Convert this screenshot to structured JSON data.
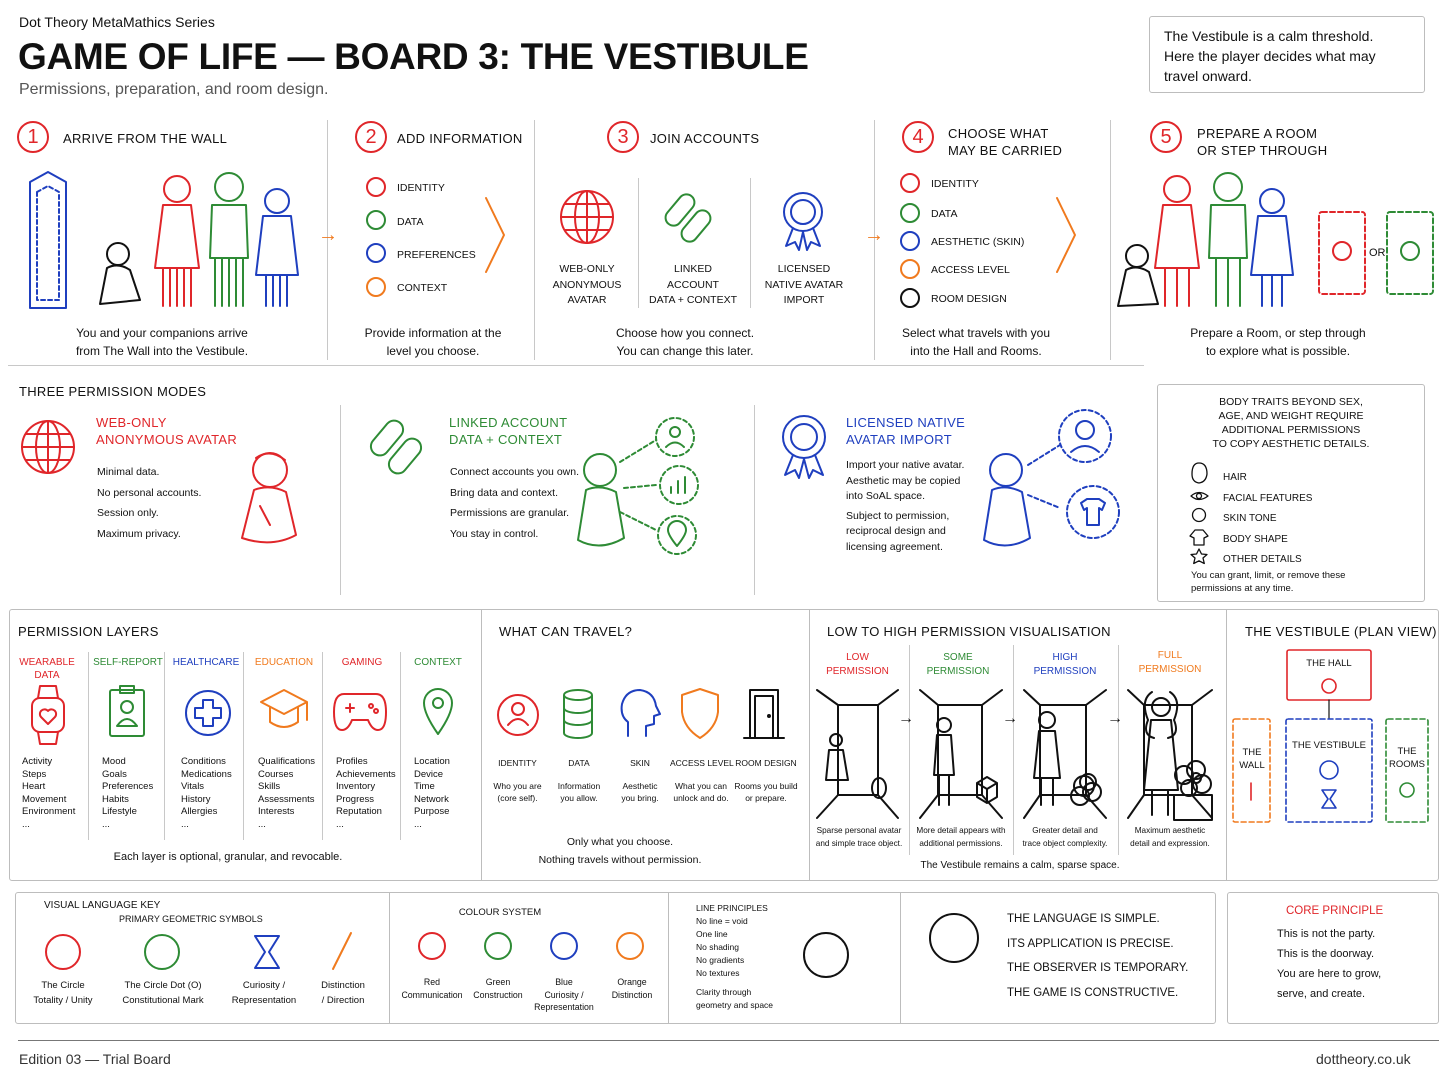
{
  "series_label": "Dot Theory MetaMathics Series",
  "title": "GAME OF LIFE — BOARD 3: THE VESTIBULE",
  "subtitle": "Permissions, preparation, and room design.",
  "intro_note": [
    "The Vestibule is a calm threshold.",
    "Here the player decides what may",
    "travel onward."
  ],
  "steps": [
    {
      "num": "1",
      "title": "ARRIVE FROM THE WALL",
      "caption": [
        "You and your companions arrive",
        "from The Wall into the Vestibule."
      ]
    },
    {
      "num": "2",
      "title": "ADD INFORMATION",
      "items": [
        "IDENTITY",
        "DATA",
        "PREFERENCES",
        "CONTEXT"
      ],
      "caption": [
        "Provide information at the",
        "level you choose."
      ]
    },
    {
      "num": "3",
      "title": "JOIN ACCOUNTS",
      "options": [
        [
          "WEB-ONLY",
          "ANONYMOUS",
          "AVATAR"
        ],
        [
          "LINKED",
          "ACCOUNT",
          "DATA + CONTEXT"
        ],
        [
          "LICENSED",
          "NATIVE AVATAR",
          "IMPORT"
        ]
      ],
      "caption": [
        "Choose how you connect.",
        "You can change this later."
      ]
    },
    {
      "num": "4",
      "title": [
        "CHOOSE WHAT",
        "MAY BE CARRIED"
      ],
      "items": [
        "IDENTITY",
        "DATA",
        "AESTHETIC (SKIN)",
        "ACCESS LEVEL",
        "ROOM DESIGN"
      ],
      "caption": [
        "Select what travels with you",
        "into the Hall and Rooms."
      ]
    },
    {
      "num": "5",
      "title": [
        "PREPARE A ROOM",
        "OR STEP THROUGH"
      ],
      "or": "OR",
      "caption": [
        "Prepare a Room, or step through",
        "to explore what is possible."
      ]
    }
  ],
  "modes": {
    "heading": "THREE PERMISSION MODES",
    "items": [
      {
        "title": [
          "WEB-ONLY",
          "ANONYMOUS AVATAR"
        ],
        "lines": [
          "Minimal data.",
          "No personal accounts.",
          "Session only.",
          "Maximum privacy."
        ]
      },
      {
        "title": [
          "LINKED ACCOUNT",
          "DATA + CONTEXT"
        ],
        "lines": [
          "Connect accounts you own.",
          "Bring data and context.",
          "Permissions are granular.",
          "You stay in control."
        ]
      },
      {
        "title": [
          "LICENSED NATIVE",
          "AVATAR IMPORT"
        ],
        "lines": [
          "Import your native avatar.",
          "Aesthetic may be copied",
          "into SoAL space.",
          "Subject to permission,",
          "reciprocal design and",
          "licensing agreement."
        ]
      }
    ]
  },
  "traits": {
    "heading": [
      "BODY TRAITS BEYOND SEX,",
      "AGE, AND WEIGHT REQUIRE",
      "ADDITIONAL PERMISSIONS",
      "TO COPY AESTHETIC DETAILS."
    ],
    "items": [
      "HAIR",
      "FACIAL FEATURES",
      "SKIN TONE",
      "BODY SHAPE",
      "OTHER DETAILS"
    ],
    "note": [
      "You can grant, limit, or remove these",
      "permissions at any time."
    ]
  },
  "layers": {
    "heading": "PERMISSION LAYERS",
    "items": [
      {
        "title": [
          "WEARABLE",
          "DATA"
        ],
        "lines": [
          "Activity",
          "Steps",
          "Heart",
          "Movement",
          "Environment",
          "..."
        ]
      },
      {
        "title": [
          "SELF-REPORT"
        ],
        "lines": [
          "Mood",
          "Goals",
          "Preferences",
          "Habits",
          "Lifestyle",
          "..."
        ]
      },
      {
        "title": [
          "HEALTHCARE"
        ],
        "lines": [
          "Conditions",
          "Medications",
          "Vitals",
          "History",
          "Allergies",
          "..."
        ]
      },
      {
        "title": [
          "EDUCATION"
        ],
        "lines": [
          "Qualifications",
          "Courses",
          "Skills",
          "Assessments",
          "Interests",
          "..."
        ]
      },
      {
        "title": [
          "GAMING"
        ],
        "lines": [
          "Profiles",
          "Achievements",
          "Inventory",
          "Progress",
          "Reputation",
          "..."
        ]
      },
      {
        "title": [
          "CONTEXT"
        ],
        "lines": [
          "Location",
          "Device",
          "Time",
          "Network",
          "Purpose",
          "..."
        ]
      }
    ],
    "footer": "Each layer is optional, granular, and revocable."
  },
  "travel": {
    "heading": "WHAT CAN TRAVEL?",
    "items": [
      {
        "title": "IDENTITY",
        "lines": [
          "Who you are",
          "(core self)."
        ]
      },
      {
        "title": "DATA",
        "lines": [
          "Information",
          "you allow."
        ]
      },
      {
        "title": "SKIN",
        "lines": [
          "Aesthetic",
          "you bring."
        ]
      },
      {
        "title": "ACCESS LEVEL",
        "lines": [
          "What you can",
          "unlock and do."
        ]
      },
      {
        "title": "ROOM DESIGN",
        "lines": [
          "Rooms you build",
          "or prepare."
        ]
      }
    ],
    "footer": [
      "Only what you choose.",
      "Nothing travels without permission."
    ]
  },
  "viz": {
    "heading": "LOW TO HIGH PERMISSION VISUALISATION",
    "stages": [
      {
        "title": [
          "LOW",
          "PERMISSION"
        ],
        "lines": [
          "Sparse personal avatar",
          "and simple trace object."
        ]
      },
      {
        "title": [
          "SOME",
          "PERMISSION"
        ],
        "lines": [
          "More detail appears with",
          "additional permissions."
        ]
      },
      {
        "title": [
          "HIGH",
          "PERMISSION"
        ],
        "lines": [
          "Greater detail and",
          "trace object complexity."
        ]
      },
      {
        "title": [
          "FULL",
          "PERMISSION"
        ],
        "lines": [
          "Maximum aesthetic",
          "detail and expression."
        ]
      }
    ],
    "footer": "The Vestibule remains a calm, sparse space."
  },
  "plan": {
    "heading": "THE VESTIBULE (PLAN VIEW)",
    "hall": "THE HALL",
    "wall": [
      "THE",
      "WALL"
    ],
    "vestibule": "THE VESTIBULE",
    "rooms": [
      "THE",
      "ROOMS"
    ]
  },
  "key": {
    "heading": "VISUAL LANGUAGE KEY",
    "sub": "PRIMARY GEOMETRIC SYMBOLS",
    "symbols": [
      {
        "lines": [
          "The Circle",
          "Totality / Unity"
        ]
      },
      {
        "lines": [
          "The Circle Dot (O)",
          "Constitutional Mark"
        ]
      },
      {
        "lines": [
          "Curiosity /",
          "Representation"
        ]
      },
      {
        "lines": [
          "Distinction",
          "/ Direction"
        ]
      }
    ],
    "colour_heading": "COLOUR SYSTEM",
    "colours": [
      {
        "name": "Red",
        "lines": [
          "Communication"
        ],
        "hex": "#e0262a"
      },
      {
        "name": "Green",
        "lines": [
          "Construction"
        ],
        "hex": "#2e8b35"
      },
      {
        "name": "Blue",
        "lines": [
          "Curiosity /",
          "Representation"
        ],
        "hex": "#1f3fbf"
      },
      {
        "name": "Orange",
        "lines": [
          "Distinction"
        ],
        "hex": "#f07a1e"
      }
    ],
    "line_heading": "LINE PRINCIPLES",
    "line_items": [
      "No line = void",
      "One line",
      "No shading",
      "No gradients",
      "No textures",
      "",
      "Clarity through",
      "geometry and space"
    ]
  },
  "statements": [
    "THE LANGUAGE IS SIMPLE.",
    "ITS APPLICATION IS PRECISE.",
    "THE OBSERVER IS TEMPORARY.",
    "THE GAME IS CONSTRUCTIVE."
  ],
  "core": {
    "heading": "CORE PRINCIPLE",
    "lines": [
      "This is not the party.",
      "This is the doorway.",
      "You are here to grow,",
      "serve, and create."
    ]
  },
  "footer": {
    "edition": "Edition 03 — Trial Board",
    "site": "dottheory.co.uk"
  }
}
